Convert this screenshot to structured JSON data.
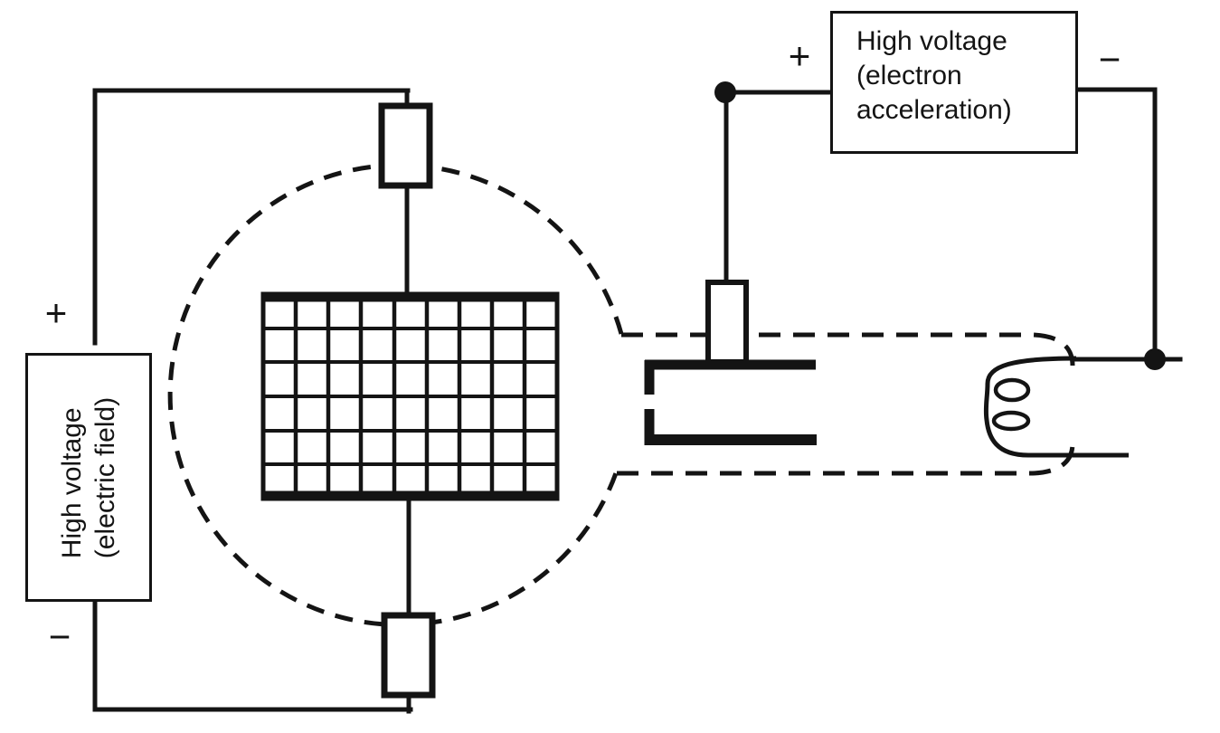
{
  "diagram": {
    "kind": "cathode-ray-tube apparatus circuit diagram",
    "colors": {
      "ink": "#141414",
      "background": "#ffffff"
    },
    "labels": {
      "electric_field": {
        "lines": [
          "High voltage",
          "(electric field)"
        ]
      },
      "electron_acceleration": {
        "lines": [
          "High voltage",
          "(electron",
          "acceleration)"
        ]
      }
    },
    "signs": {
      "field_positive": "+",
      "field_negative": "−",
      "accel_positive": "+",
      "accel_negative": "−"
    },
    "components": [
      "bulb-envelope-dashed",
      "tube-neck-dashed",
      "deflection-grid-screen",
      "top-deflection-electrode",
      "bottom-deflection-electrode",
      "anode-cylinder",
      "anode-lead-electrode",
      "filament-coil",
      "junction-dot-left",
      "junction-dot-right",
      "field-circuit-wires",
      "acceleration-circuit-wires"
    ]
  }
}
